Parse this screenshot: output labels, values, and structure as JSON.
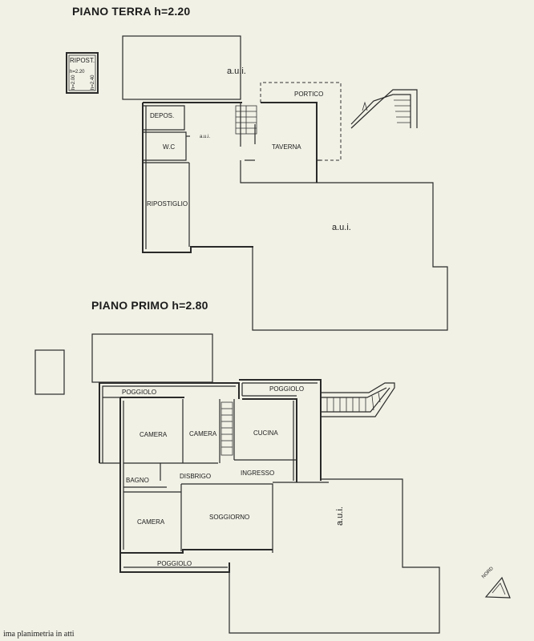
{
  "ground_floor": {
    "title": "PIANO TERRA h=2.20",
    "rooms": {
      "aui_top": "a.u.i.",
      "aui_inner": "a.u.i.",
      "aui_right": "a.u.i.",
      "portico": "PORTICO",
      "depos": "DEPOS.",
      "wc": "W.C",
      "taverna": "TAVERNA",
      "ripostiglio": "RIPOSTIGLIO"
    },
    "outbuilding": {
      "label": "RIPOST.",
      "height": "h=2.20",
      "dim_left": "h=2.00",
      "dim_right": "h=2.40"
    }
  },
  "first_floor": {
    "title": "PIANO PRIMO h=2.80",
    "rooms": {
      "poggiolo_left": "POGGIOLO",
      "poggiolo_right": "POGGIOLO",
      "poggiolo_bottom": "POGGIOLO",
      "camera_1": "CAMERA",
      "camera_2": "CAMERA",
      "cucina": "CUCINA",
      "bagno": "BAGNO",
      "disbrigo": "DISBRIGO",
      "ingresso": "INGRESSO",
      "camera_3": "CAMERA",
      "soggiorno": "SOGGIORNO",
      "aui": "a.u.i."
    }
  },
  "north_arrow": {
    "label": "NORD"
  },
  "footer": {
    "note": "ima planimetria in atti"
  }
}
